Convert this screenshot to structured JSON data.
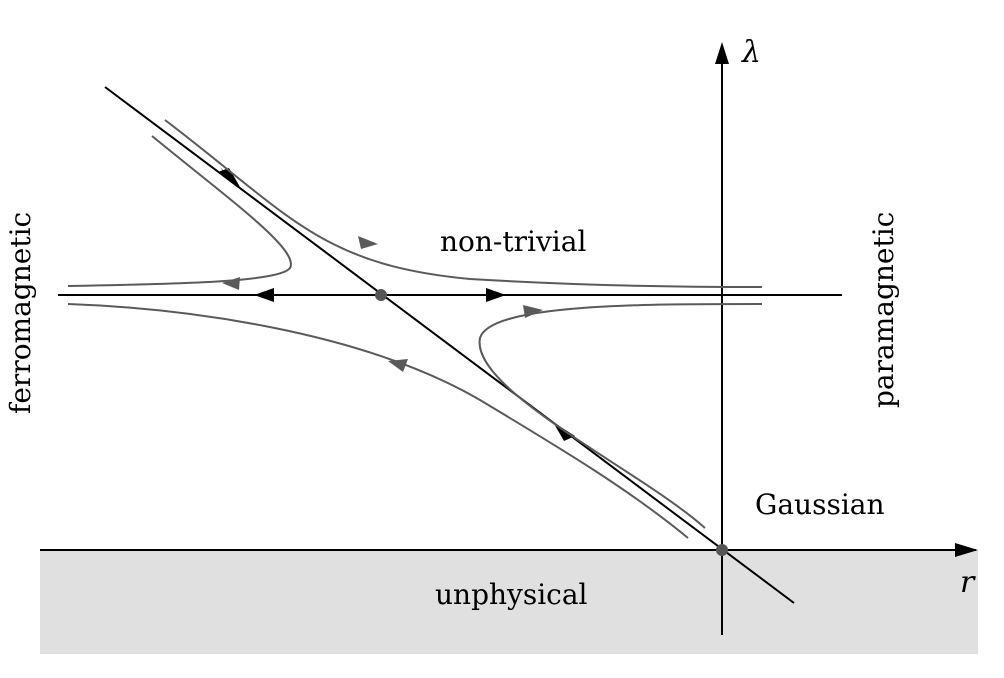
{
  "diagram": {
    "axis_x_label": "r",
    "axis_y_label": "λ",
    "labels": {
      "nontrivial": "non-trivial",
      "gaussian": "Gaussian",
      "unphysical": "unphysical",
      "ferromagnetic": "ferromagnetic",
      "paramagnetic": "paramagnetic"
    },
    "fixed_points": [
      "Gaussian",
      "non-trivial"
    ],
    "colors": {
      "flow_lines": "#5a5a5a",
      "axes": "#000000",
      "unphysical_region": "#e0e0e0",
      "fixed_point": "#555555"
    }
  }
}
